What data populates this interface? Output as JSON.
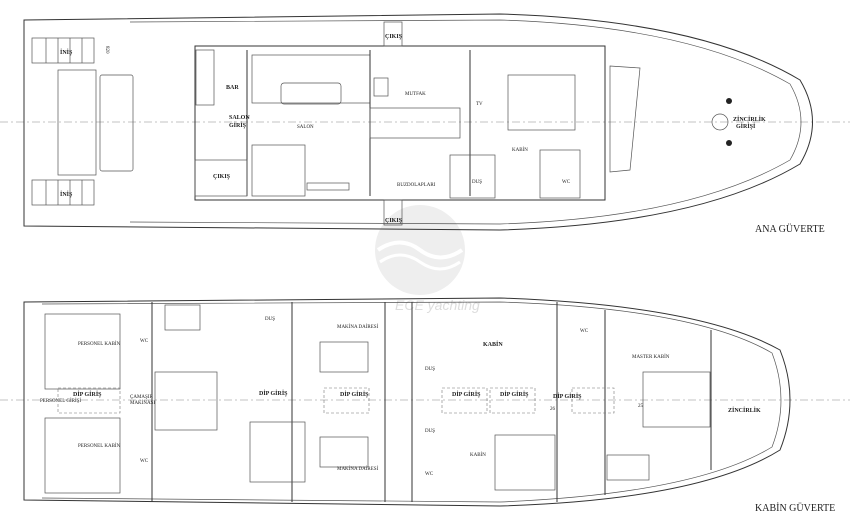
{
  "watermark": "ECE yachting",
  "main_deck": {
    "title": "ANA GÜVERTE",
    "labels": {
      "stairs_down_top": "İNİŞ",
      "stairs_down_bottom": "İNİŞ",
      "dimension": "820",
      "bar": "BAR",
      "salon_entry_1": "SALON",
      "salon_entry_2": "GİRİŞ",
      "salon": "SALON",
      "exit_top": "ÇIKIŞ",
      "exit_bottom": "ÇIKIŞ",
      "exit_stairs": "ÇIKIŞ",
      "kitchen": "MUTFAK",
      "fridges": "BUZDOLAPLARI",
      "tv": "TV",
      "cabin": "KABİN",
      "shower": "DUŞ",
      "wc": "WC",
      "chain_locker_1": "ZİNCİRLİK",
      "chain_locker_2": "GİRİŞİ"
    }
  },
  "cabin_deck": {
    "title": "KABİN GÜVERTE",
    "labels": {
      "crew_cabin_top": "PERSONEL KABİN",
      "crew_cabin_bottom": "PERSONEL KABİN",
      "crew_entry": "PERSONEL GİRİŞİ",
      "wc_crew_top": "WC",
      "wc_crew_bottom": "WC",
      "laundry_1": "ÇAMAŞIR",
      "laundry_2": "MAKİNASI",
      "bottom_entry_1": "DİP GİRİŞ",
      "bottom_entry_2": "DİP GİRİŞ",
      "bottom_entry_3": "DİP GİRİŞ",
      "bottom_entry_4": "DİP GİRİŞ",
      "bottom_entry_5": "DİP GİRİŞ",
      "bottom_entry_6": "DİP GİRİŞ",
      "shower_aft": "DUŞ",
      "engine_room_top": "MAKİNA DAİRESİ",
      "engine_room_bottom": "MAKİNA DAİRESİ",
      "cabin_top": "KABİN",
      "cabin_bottom": "KABİN",
      "shower_top": "DUŞ",
      "shower_bottom": "DUŞ",
      "wc_top": "WC",
      "wc_bottom": "WC",
      "master_cabin": "MASTER KABİN",
      "frame_26": "26",
      "frame_25": "25",
      "chain_locker": "ZİNCİRLİK"
    }
  }
}
